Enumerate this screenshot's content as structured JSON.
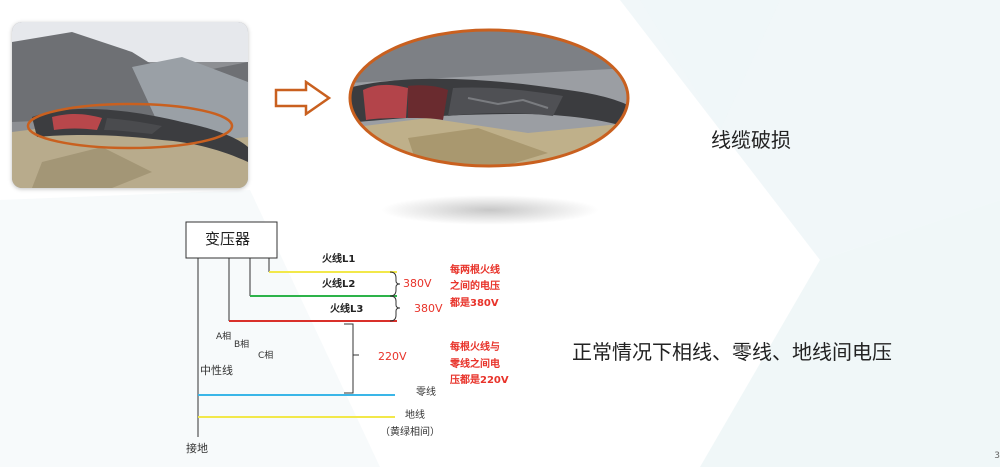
{
  "slide": {
    "damage_caption": "线缆破损",
    "voltage_caption": "正常情况下相线、零线、地线间电压",
    "page_number": "3"
  },
  "diagram": {
    "transformer_label": "变压器",
    "live_l1": "火线L1",
    "live_l2": "火线L2",
    "live_l3": "火线L3",
    "phase_a": "A相",
    "phase_b": "B相",
    "phase_c": "C相",
    "neutral_point": "中性线",
    "voltage_380_top": "380V",
    "voltage_380_bottom": "380V",
    "voltage_220": "220V",
    "note_380_line1": "每两根火线",
    "note_380_line2": "之间的电压",
    "note_380_line3": "都是380V",
    "note_220_line1": "每根火线与",
    "note_220_line2": "零线之间电",
    "note_220_line3": "压都是220V",
    "neutral_label": "零线",
    "earth_label": "地线",
    "earth_note": "（黄绿相间）",
    "ground_label": "接地",
    "colors": {
      "l1": "#f2e84a",
      "l2": "#2db34a",
      "l3": "#d9302a",
      "neutral": "#3ab6e8",
      "earth": "#f2e84a",
      "voltage_text": "#e8332a"
    }
  }
}
